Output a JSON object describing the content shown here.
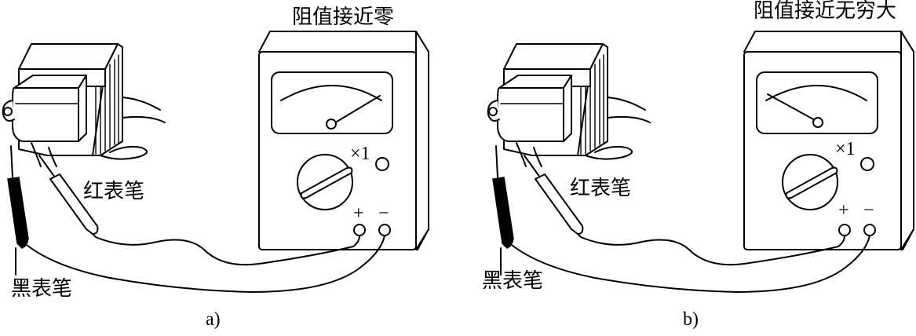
{
  "panels": [
    {
      "id": "a",
      "result_label": "阻值接近零",
      "red_probe_label": "红表笔",
      "black_probe_label": "黑表笔",
      "range_label": "×1",
      "plus_label": "+",
      "minus_label": "−",
      "caption": "a)",
      "needle_reading": "near-zero"
    },
    {
      "id": "b",
      "result_label": "阻值接近无穷大",
      "red_probe_label": "红表笔",
      "black_probe_label": "黑表笔",
      "range_label": "×1",
      "plus_label": "+",
      "minus_label": "−",
      "caption": "b)",
      "needle_reading": "near-infinity"
    }
  ],
  "icons": {
    "transformer": "transformer-icon",
    "multimeter": "multimeter-icon",
    "probe": "probe-icon"
  }
}
